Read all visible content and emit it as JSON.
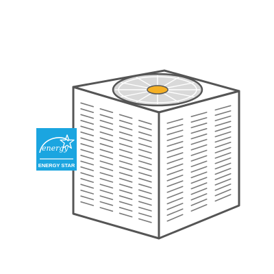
{
  "illustration": {
    "subject": "central air conditioner condenser unit",
    "fan_icon": "fan-icon",
    "colors": {
      "outline": "#555555",
      "body_fill": "#ffffff",
      "top_fill": "#ffffff",
      "fan_grille": "#c8c8c8",
      "fan_hub": "#f5b025",
      "vent_slots": "#7a7a7a"
    }
  },
  "badge": {
    "script_text": "energy",
    "label": "ENERGY STAR",
    "icon": "energy-star-logo-icon",
    "colors": {
      "background": "#1ba5e0",
      "foreground": "#ffffff"
    }
  }
}
